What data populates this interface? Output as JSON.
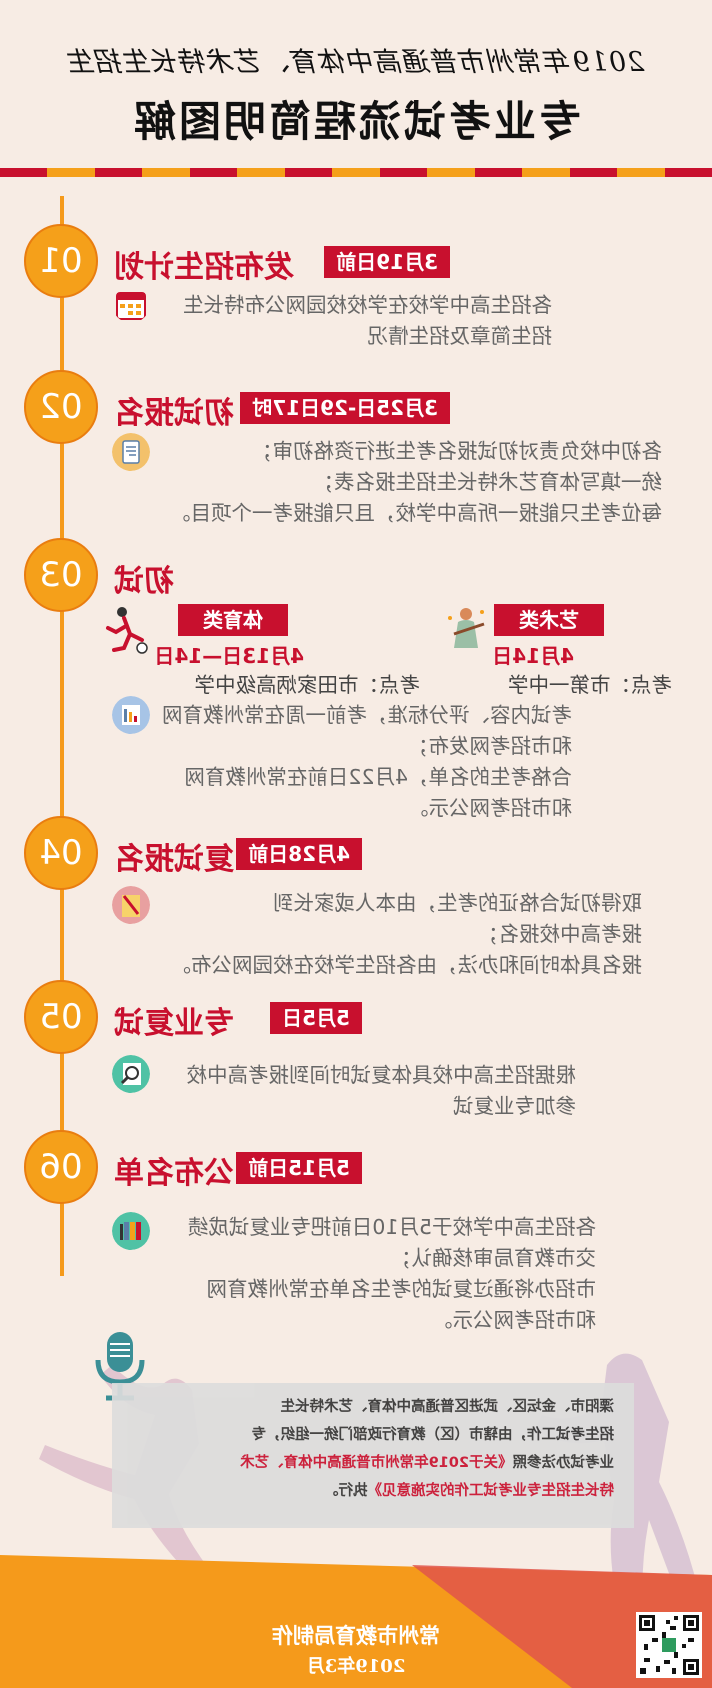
{
  "header": {
    "subtitle": "2019年常州市普通高中体育、艺术特长生招生",
    "title": "专业考试流程简明图解"
  },
  "colors": {
    "accent_red": "#c8102e",
    "accent_orange": "#f5a01a",
    "background": "#f7ece4"
  },
  "steps": [
    {
      "number": "01",
      "heading": "发布招生计划",
      "badge": "3月19日前",
      "icon": "calendar-icon",
      "lines": [
        "各招生高中学校在学校校园网公布特长生",
        "招生简章及招生情况"
      ]
    },
    {
      "number": "02",
      "heading": "初试报名",
      "badge": "3月25日-29日17时",
      "icon": "clipboard-icon",
      "lines": [
        "各初中校负责对初试报名考生进行资格初审；",
        "统一填写体育艺术特长生招生报名表；",
        "每位考生只能报一所高中学校，且只能报考一个项目。"
      ]
    },
    {
      "number": "03",
      "heading": "初试",
      "sports": {
        "label": "体育类",
        "date": "4月13日—14日",
        "venue": "考点：市田家炳高级中学",
        "icon": "soccer-player-icon"
      },
      "arts": {
        "label": "艺术类",
        "date": "4月14日",
        "venue": "考点：市第一中学",
        "icon": "violinist-icon"
      },
      "icon": "report-icon",
      "lines": [
        "考试内容、评分标准，考前一周在常州教育网",
        "和市招考网发布；",
        "合格考生的名单，4月22日前在常州教育网",
        "和市招考网公示。"
      ]
    },
    {
      "number": "04",
      "heading": "复试报名",
      "badge": "4月28日前",
      "icon": "pencil-note-icon",
      "lines": [
        "取得初试合格证的考生，由本人或家长到",
        "报考高中校报名；",
        "报名具体时间和办法，由各招生学校在校园网公布。"
      ]
    },
    {
      "number": "05",
      "heading": "专业复试",
      "badge": "5月5日",
      "icon": "magnifier-icon",
      "lines": [
        "根据招生高中校具体复试时间到报考高中校",
        "参加专业复试"
      ]
    },
    {
      "number": "06",
      "heading": "公布名单",
      "badge": "5月15日前",
      "icon": "folders-icon",
      "lines": [
        "各招生高中学校于5月10日前把专业复试成绩",
        "交市教育局审核确认；",
        "市招办将通过复试的考生名单在常州教育网",
        "和市招考网公示。"
      ]
    }
  ],
  "note": {
    "line1": "溧阳市、金坛区、武进区普通高中体育、艺术特长生",
    "line2": "招生考试工作，由辖市（区）教育行政部门统一组织，专",
    "line3_a": "业考试办法参照",
    "line3_b": "《关于2019年常州市普通高中体育、艺术",
    "line4_a": "特长生招生专业考试工作的实施意见》",
    "line4_b": "执行。"
  },
  "footer": {
    "org": "常州市教育局制作",
    "date": "2019年3月"
  },
  "icons": {
    "microphone": "microphone-icon",
    "qr": "qr-code-icon"
  }
}
